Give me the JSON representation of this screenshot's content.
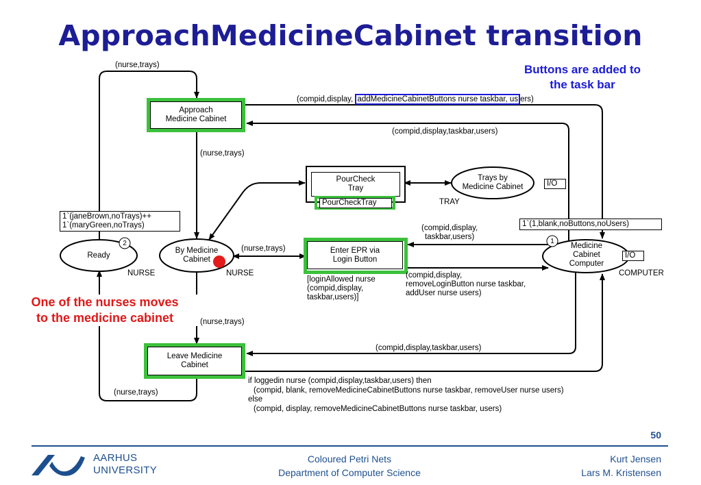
{
  "title": "ApproachMedicineCabinet transition",
  "notes": {
    "blue_line1": "Buttons are added to",
    "blue_line2": "the task bar",
    "red_line1": "One of the nurses moves",
    "red_line2": "to the medicine cabinet"
  },
  "places": {
    "ready": {
      "name": "Ready",
      "type": "NURSE",
      "count": "2",
      "marking_line1": "1`(janeBrown,noTrays)++",
      "marking_line2": "1`(maryGreen,noTrays)"
    },
    "by_cabinet": {
      "name_line1": "By Medicine",
      "name_line2": "Cabinet",
      "type": "NURSE"
    },
    "trays": {
      "name_line1": "Trays by",
      "name_line2": "Medicine Cabinet",
      "type": "TRAY",
      "io": "I/O"
    },
    "computer": {
      "name_line1": "Medicine",
      "name_line2": "Cabinet",
      "name_line3": "Computer",
      "type": "COMPUTER",
      "io": "I/O",
      "count": "1",
      "marking": "1`(1,blank,noButtons,noUsers)"
    }
  },
  "transitions": {
    "approach": {
      "line1": "Approach",
      "line2": "Medicine Cabinet"
    },
    "pourcheck": {
      "line1": "PourCheck",
      "line2": "Tray",
      "tag": "PourCheckTray"
    },
    "enter_epr": {
      "line1": "Enter EPR via",
      "line2": "Login Button",
      "guard1": "[loginAllowed nurse",
      "guard2": "(compid,display,",
      "guard3": "taskbar,users)]"
    },
    "leave": {
      "line1": "Leave Medicine",
      "line2": "Cabinet"
    }
  },
  "arcs": {
    "top_nurse": "(nurse,trays)",
    "approach_to_computer_prefix": "(compid,display,",
    "approach_to_computer_highlight": "addMedicineCabinetButtons nurse taskbar, us",
    "approach_to_computer_suffix": "ers)",
    "computer_to_approach": "(compid,display,taskbar,users)",
    "approach_to_by": "(nurse,trays)",
    "by_to_enter": "(nurse,trays)",
    "computer_to_enter_1": "(compid,display,",
    "computer_to_enter_2": "taskbar,users)",
    "enter_to_computer_1": "(compid,display,",
    "enter_to_computer_2": "removeLoginButton nurse taskbar,",
    "enter_to_computer_3": "addUser nurse users)",
    "by_to_leave": "(nurse,trays)",
    "computer_to_leave": "(compid,display,taskbar,users)",
    "leave_to_ready": "(nurse,trays)",
    "leave_to_computer_1": "if loggedin nurse (compid,display,taskbar,users) then",
    "leave_to_computer_2": "(compid, blank, removeMedicineCabinetButtons nurse taskbar, removeUser nurse users)",
    "leave_to_computer_3": "else",
    "leave_to_computer_4": "(compid, display, removeMedicineCabinetButtons nurse taskbar, users)"
  },
  "marker_color": "#e31b1b",
  "footer": {
    "page": "50",
    "uni_line1": "AARHUS",
    "uni_line2": "UNIVERSITY",
    "center_line1": "Coloured Petri Nets",
    "center_line2": "Department of Computer Science",
    "right_line1": "Kurt Jensen",
    "right_line2": "Lars M. Kristensen"
  }
}
